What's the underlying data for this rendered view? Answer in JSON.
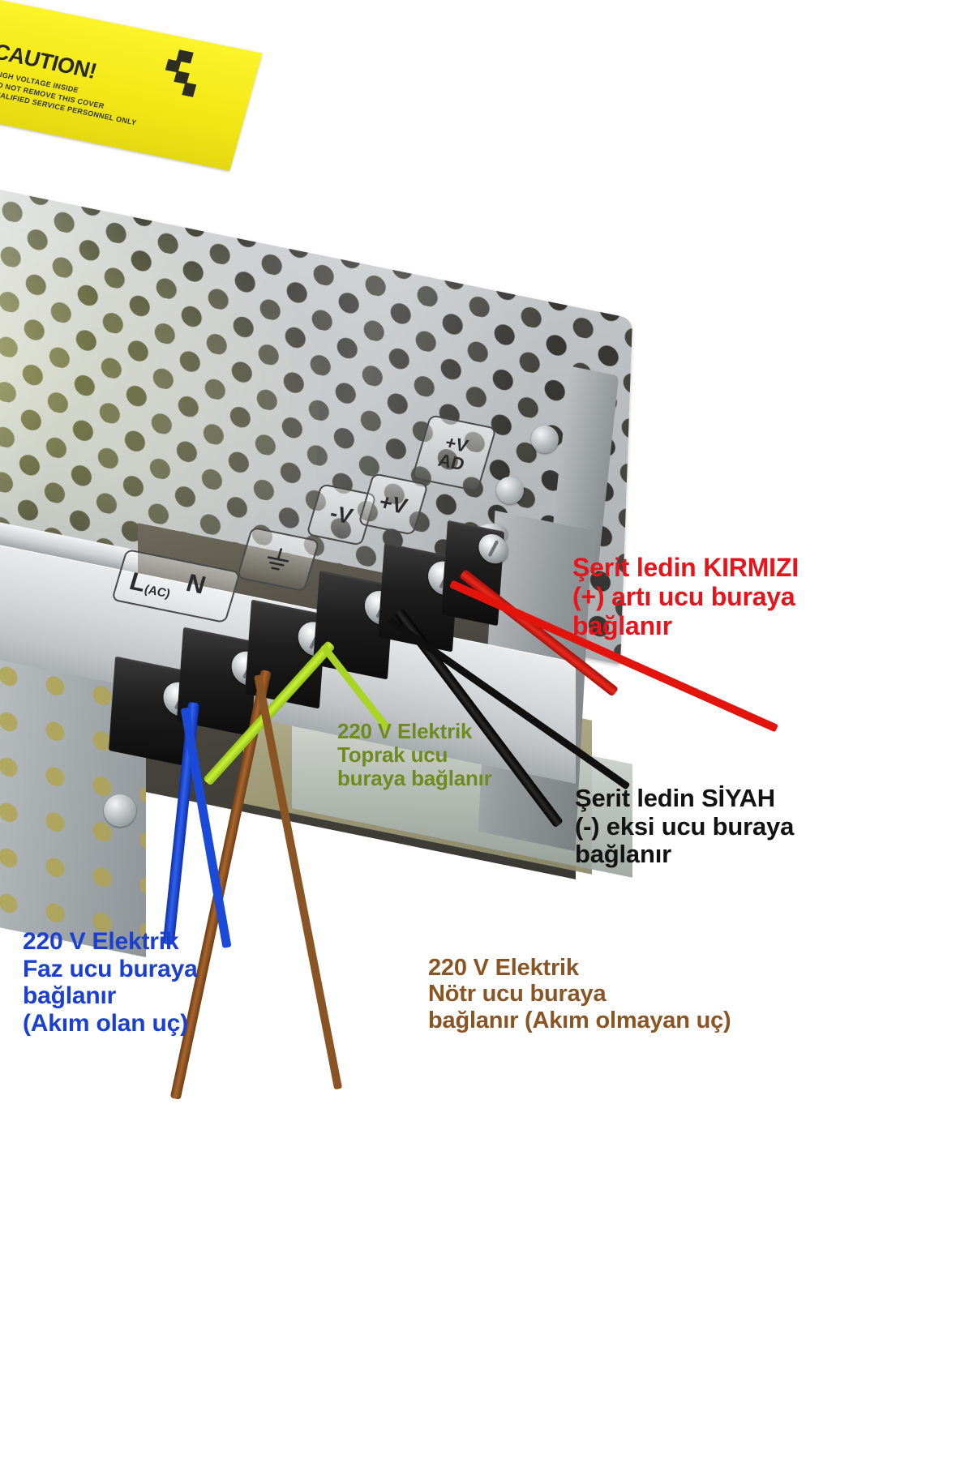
{
  "image": {
    "subject": "Switching power supply (SMPS) wiring diagram",
    "language": "Turkish"
  },
  "device": {
    "caution_label": {
      "title": "CAUTION!",
      "lines": [
        "HIGH VOLTAGE INSIDE",
        "DO NOT REMOVE THIS COVER",
        "QUALIFIED SERVICE PERSONNEL ONLY"
      ],
      "icon": "lightning-bolt-icon",
      "background_color": "#f5ea1a"
    },
    "terminal_labels": [
      {
        "id": "ac-live",
        "main": "L",
        "sub": "(AC)"
      },
      {
        "id": "ac-neutral",
        "main": "N",
        "sub": ""
      },
      {
        "id": "earth",
        "main": "ground-symbol",
        "sub": ""
      },
      {
        "id": "negative-v",
        "main": "-V",
        "sub": ""
      },
      {
        "id": "positive-v",
        "main": "+V",
        "sub": ""
      },
      {
        "id": "adjust",
        "main": "+V",
        "sub": "AD"
      }
    ]
  },
  "annotations": [
    {
      "id": "red-positive",
      "color": "#e8141b",
      "wire_color": "#e21f16",
      "lines": [
        "Şerit ledin KIRMIZI",
        "(+) artı ucu buraya",
        "bağlanır"
      ]
    },
    {
      "id": "black-negative",
      "color": "#121212",
      "wire_color": "#141414",
      "lines": [
        "Şerit ledin SİYAH",
        "(-) eksi ucu buraya",
        "bağlanır"
      ]
    },
    {
      "id": "green-earth",
      "color": "#6f8a1e",
      "wire_color": "#b8e02a",
      "lines": [
        "220 V Elektrik",
        "Toprak ucu",
        "buraya bağlanır"
      ]
    },
    {
      "id": "blue-live",
      "color": "#1b3fd0",
      "wire_color": "#1b4ad8",
      "lines": [
        "220 V Elektrik",
        "Faz ucu buraya",
        "bağlanır",
        "(Akım olan uç)"
      ]
    },
    {
      "id": "brown-neutral",
      "color": "#8a5524",
      "wire_color": "#8a5524",
      "lines": [
        "220 V Elektrik",
        "Nötr ucu buraya",
        "bağlanır (Akım olmayan uç)"
      ]
    }
  ]
}
